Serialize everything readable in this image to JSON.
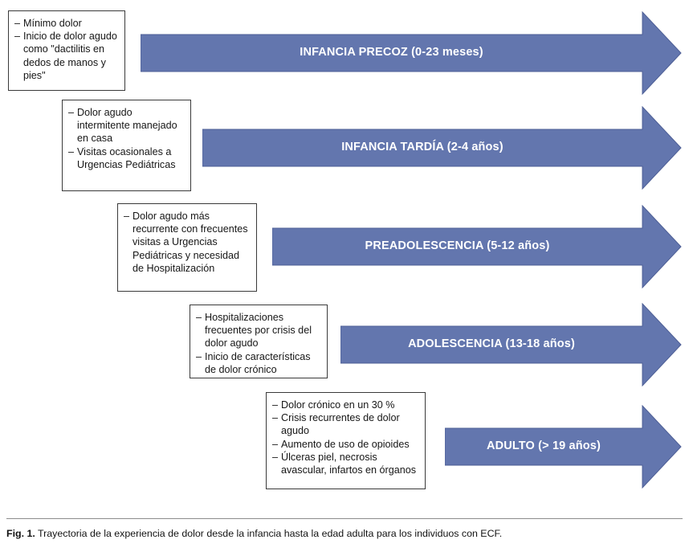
{
  "figure": {
    "caption_label": "Fig. 1.",
    "caption_text": "Trayectoria de la experiencia de dolor desde la infancia hasta la edad adulta para los individuos con ECF.",
    "arrow_color": "#6376AE",
    "arrow_text_color": "#FFFFFF",
    "box_border_color": "#3A3A3A",
    "background_color": "#FFFFFF"
  },
  "stages": [
    {
      "id": "infancia-precoz",
      "arrow_label": "INFANCIA PRECOZ (0-23 meses)",
      "bullets": [
        "Mínimo dolor",
        "Inicio de dolor agudo como \"dactilitis en dedos de manos y pies\""
      ]
    },
    {
      "id": "infancia-tardia",
      "arrow_label": "INFANCIA TARDÍA (2-4 años)",
      "bullets": [
        "Dolor agudo intermitente manejado en casa",
        "Visitas ocasionales a Urgencias Pediátricas"
      ]
    },
    {
      "id": "preadolescencia",
      "arrow_label": "PREADOLESCENCIA (5-12 años)",
      "bullets": [
        "Dolor agudo más recurrente con frecuentes visitas a Urgencias Pediátricas y necesidad de Hospitalización"
      ]
    },
    {
      "id": "adolescencia",
      "arrow_label": "ADOLESCENCIA (13-18 años)",
      "bullets": [
        "Hospitalizaciones frecuentes por crisis del dolor agudo",
        "Inicio de características de dolor crónico"
      ]
    },
    {
      "id": "adulto",
      "arrow_label": "ADULTO (> 19 años)",
      "bullets": [
        "Dolor crónico en un 30 %",
        "Crisis recurrentes de dolor agudo",
        "Aumento de uso de opioides",
        "Úlceras piel, necrosis avascular, infartos en órganos"
      ]
    }
  ]
}
